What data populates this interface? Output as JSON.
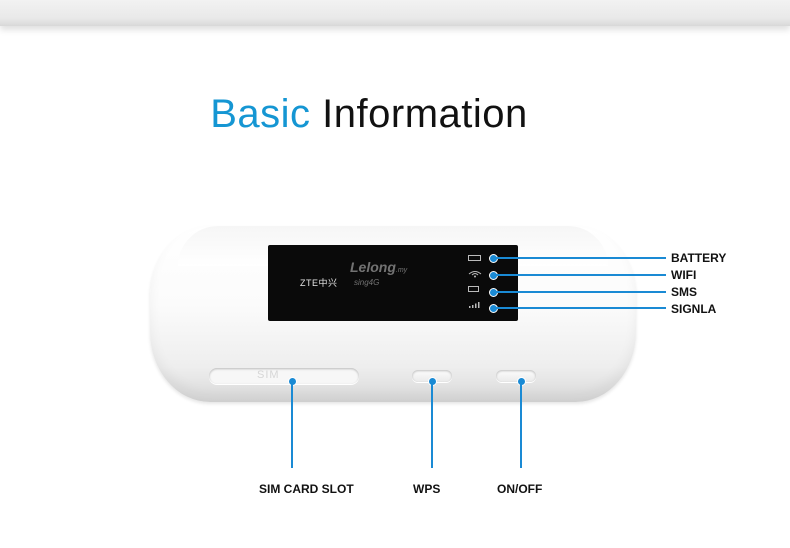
{
  "heading": {
    "accent": "Basic",
    "rest": "Information"
  },
  "device": {
    "brand": "ZTE中兴",
    "watermark": "Lelong",
    "watermark_suffix": ".my",
    "watermark_sub": "sing4G",
    "sim_slot_mark": "SIM"
  },
  "callouts": {
    "battery": "BATTERY",
    "wifi": "WIFI",
    "sms": "SMS",
    "signal": "SIGNLA",
    "sim_card_slot": "SIM CARD SLOT",
    "wps": "WPS",
    "on_off": "ON/OFF"
  },
  "colors": {
    "accent": "#1596d3",
    "line": "#1a8ad4"
  }
}
